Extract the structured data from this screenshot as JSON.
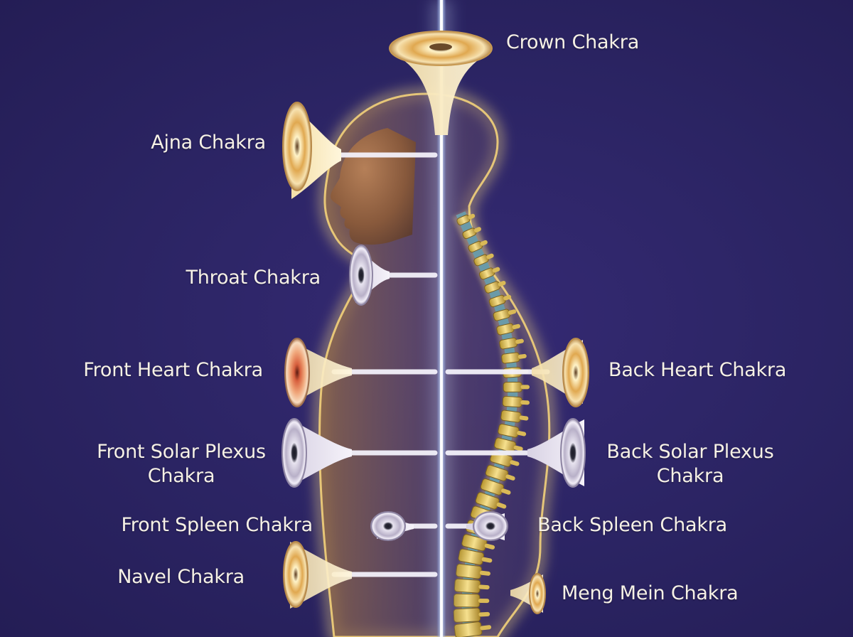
{
  "colors": {
    "background": "#2b2463",
    "body_glow": "#f3d27a",
    "skin": "#9a6a45",
    "spine": "#e6c868",
    "energy_beam": "#a9c8ff",
    "label_text": "#f6f1e6"
  },
  "labels": {
    "crown": "Crown Chakra",
    "ajna": "Ajna Chakra",
    "throat": "Throat Chakra",
    "front_heart": "Front Heart Chakra",
    "back_heart": "Back Heart Chakra",
    "front_solar_plexus_line1": "Front Solar Plexus",
    "front_solar_plexus_line2": "Chakra",
    "back_solar_plexus_line1": "Back Solar Plexus",
    "back_solar_plexus_line2": "Chakra",
    "front_spleen": "Front Spleen Chakra",
    "back_spleen": "Back Spleen Chakra",
    "navel": "Navel Chakra",
    "meng_mein": "Meng Mein Chakra"
  }
}
